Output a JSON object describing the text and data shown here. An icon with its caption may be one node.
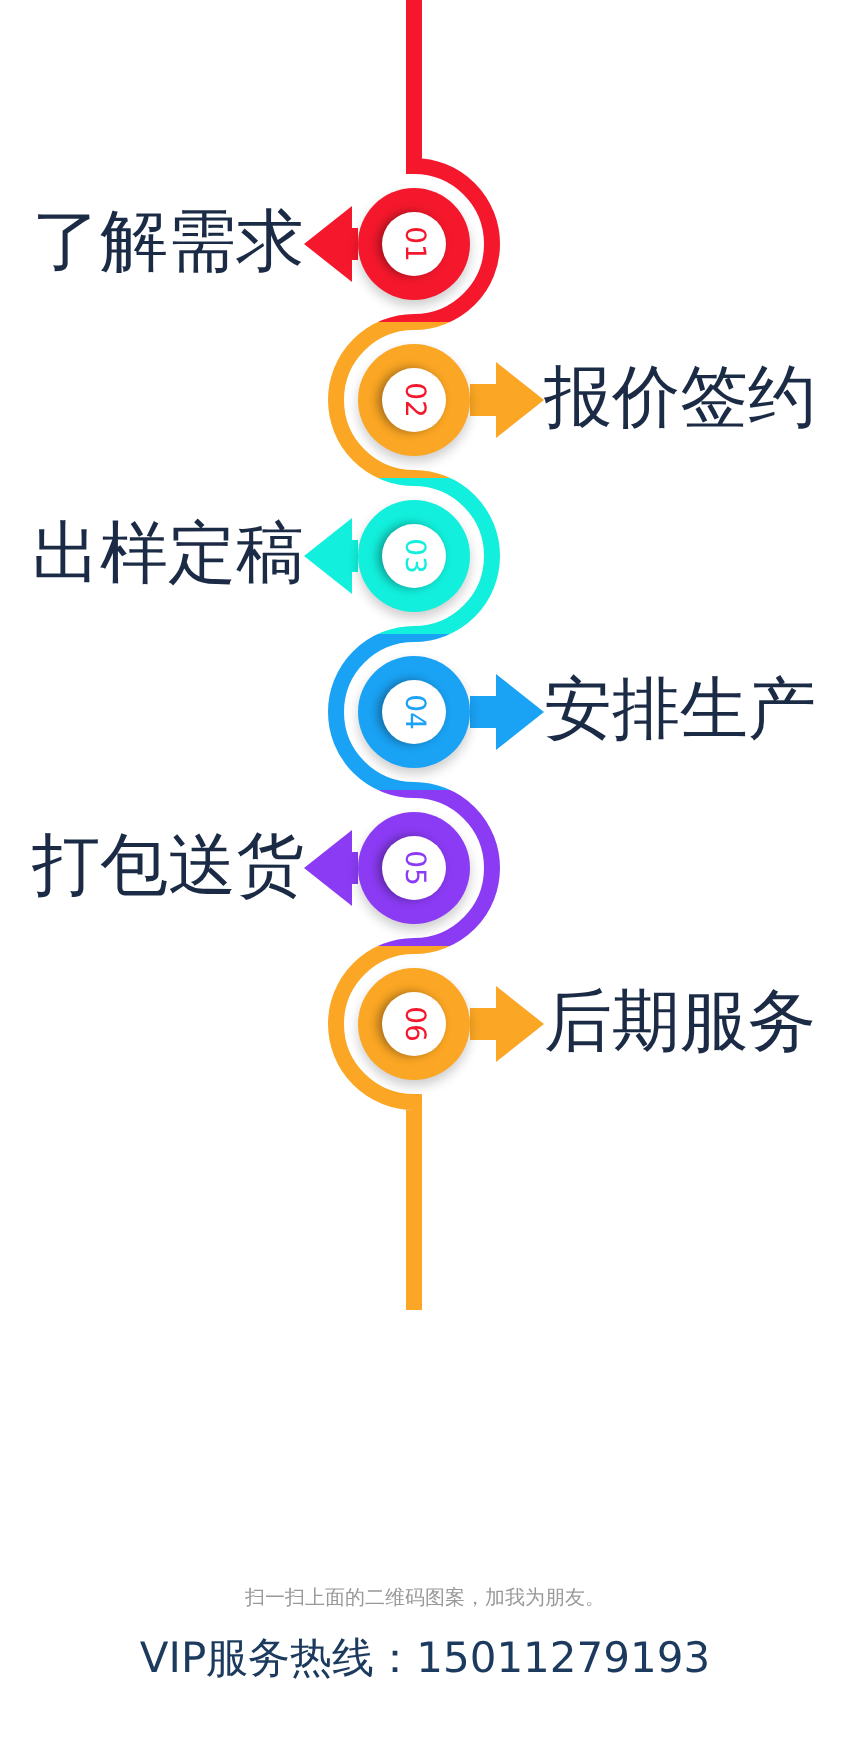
{
  "diagram": {
    "nodes": [
      {
        "text": [
          "01"
        ]
      },
      {
        "text": [
          "了解需求"
        ]
      },
      {
        "text": [
          "02"
        ]
      },
      {
        "text": [
          "报价签约"
        ]
      },
      {
        "text": [
          "03"
        ]
      },
      {
        "text": [
          "出样定稿"
        ]
      },
      {
        "text": [
          "04"
        ]
      },
      {
        "text": [
          "安排生产"
        ]
      },
      {
        "text": [
          "05"
        ]
      },
      {
        "text": [
          "打包送货"
        ]
      },
      {
        "text": [
          "06"
        ]
      },
      {
        "text": [
          "后期服务"
        ]
      }
    ],
    "edges": [
      {
        "from": null,
        "to": 0,
        "arrow": "none",
        "color": "#f5182c"
      },
      {
        "from": 0,
        "to": 1,
        "arrow": "to",
        "color": "#f5182c"
      },
      {
        "from": 0,
        "to": 2,
        "arrow": "none",
        "color": "#fba624"
      },
      {
        "from": 2,
        "to": 3,
        "arrow": "to",
        "color": "#fba624"
      },
      {
        "from": 2,
        "to": 4,
        "arrow": "none",
        "color": "#12efdc"
      },
      {
        "from": 4,
        "to": 5,
        "arrow": "to",
        "color": "#12efdc"
      },
      {
        "from": 4,
        "to": 6,
        "arrow": "none",
        "color": "#1aa2f4"
      },
      {
        "from": 6,
        "to": 7,
        "arrow": "to",
        "color": "#1aa2f4"
      },
      {
        "from": 6,
        "to": 8,
        "arrow": "none",
        "color": "#8b3bf4"
      },
      {
        "from": 8,
        "to": 9,
        "arrow": "to",
        "color": "#8b3bf4"
      },
      {
        "from": 8,
        "to": 10,
        "arrow": "none",
        "color": "#fba624"
      },
      {
        "from": 10,
        "to": 11,
        "arrow": "to",
        "color": "#fba624"
      },
      {
        "from": 10,
        "to": null,
        "arrow": "none",
        "color": "#fba624"
      }
    ],
    "labels": [
      "扫一扫上面的二维码图案，加我为朋友。",
      "VIP服务热线：15011279193"
    ]
  }
}
